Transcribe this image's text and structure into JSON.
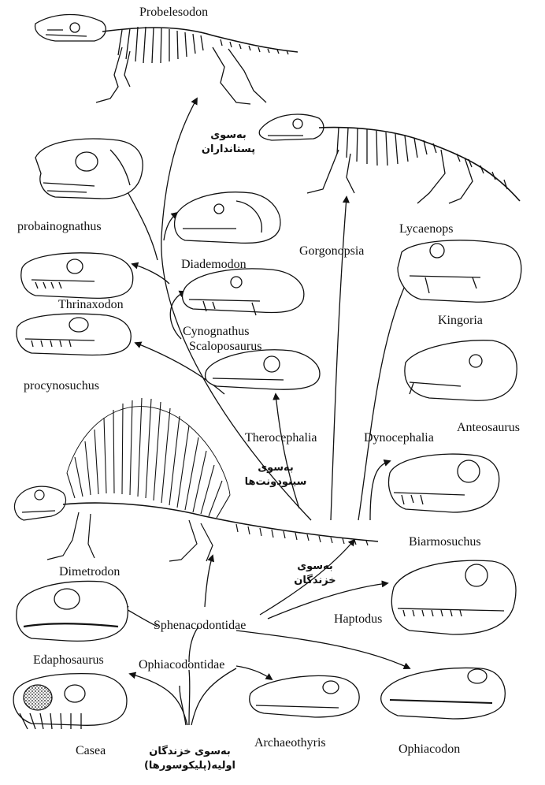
{
  "labels": {
    "probelesodon": "Probelesodon",
    "probainognathus": "probainognathus",
    "diademodon": "Diademodon",
    "thrinaxodon": "Thrinaxodon",
    "cynognathus": "Cynognathus",
    "scaloposaurus": "Scaloposaurus",
    "procynosuchus": "procynosuchus",
    "gorgonopsia": "Gorgonopsia",
    "lycaenops": "Lycaenops",
    "kingoria": "Kingoria",
    "therocephalia": "Therocephalia",
    "dynocephalia": "Dynocephalia",
    "anteosaurus": "Anteosaurus",
    "biarmosuchus": "Biarmosuchus",
    "dimetrodon": "Dimetrodon",
    "sphenacodontidae": "Sphenacodontidae",
    "haptodus": "Haptodus",
    "edaphosaurus": "Edaphosaurus",
    "ophiacodontidae": "Ophiacodontidae",
    "casea": "Casea",
    "archaeothyris": "Archaeothyris",
    "ophiacodon": "Ophiacodon"
  },
  "farsi": {
    "to_mammals": [
      "به‌سوی",
      "پستانداران"
    ],
    "to_cynodonts": [
      "به‌سوی",
      "سینودونت‌ها"
    ],
    "to_reptiles": [
      "به‌سوی",
      "خزندگان"
    ],
    "to_early_reptiles": [
      "به‌سوی خزندگان",
      "اولیه(پلیکوسورها)"
    ]
  },
  "colors": {
    "ink": "#111111",
    "paper": "#ffffff"
  }
}
